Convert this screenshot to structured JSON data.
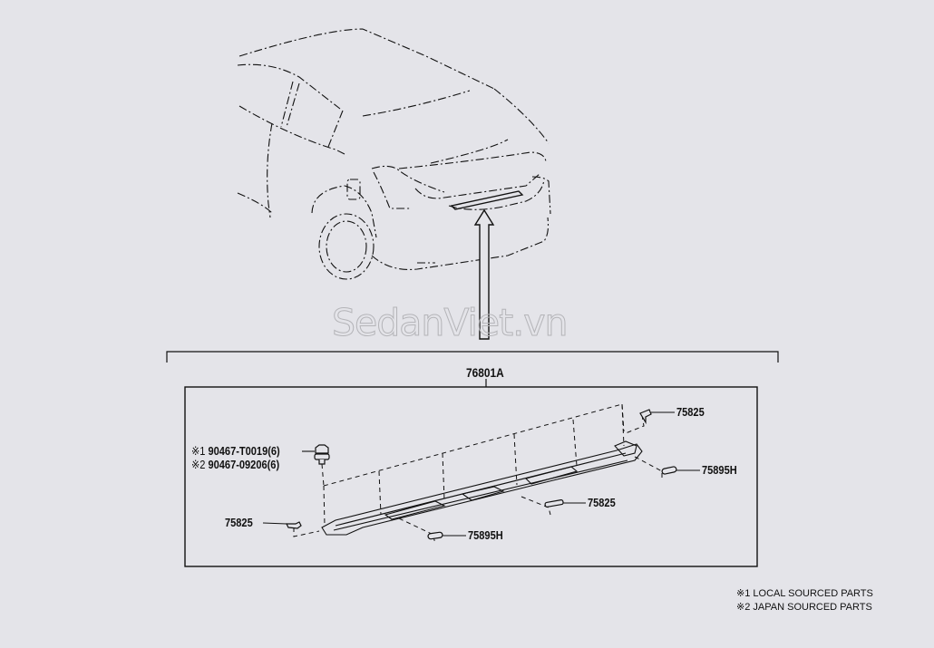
{
  "diagram": {
    "assembly_part_number": "76801A",
    "watermark": "SedanViet.vn",
    "callouts": [
      {
        "id": "clip-top-right",
        "part": "75825"
      },
      {
        "id": "pad-right",
        "part": "75895H"
      },
      {
        "id": "clip-center",
        "part": "75825"
      },
      {
        "id": "clip-left",
        "part": "75825"
      },
      {
        "id": "pad-center",
        "part": "75895H"
      }
    ],
    "fasteners": [
      {
        "marker": "※1",
        "part": "90467-T0019(6)"
      },
      {
        "marker": "※2",
        "part": "90467-09206(6)"
      }
    ],
    "legend": [
      {
        "marker": "※1",
        "text": "LOCAL SOURCED PARTS"
      },
      {
        "marker": "※2",
        "text": "JAPAN SOURCED PARTS"
      }
    ]
  },
  "colors": {
    "background": "#e4e4e9",
    "line": "#111111",
    "watermark": "#b4b4b8"
  }
}
